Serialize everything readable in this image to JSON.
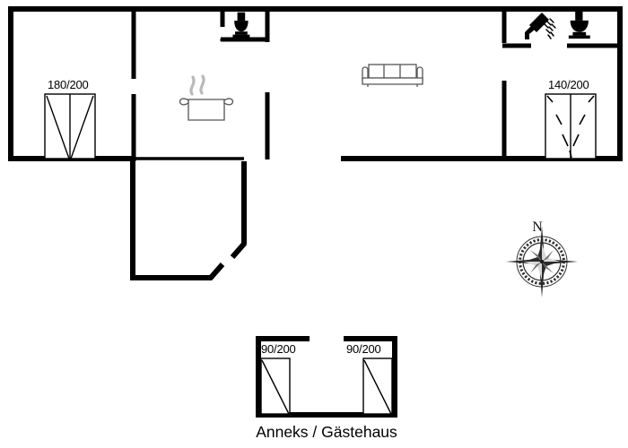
{
  "plan": {
    "title": "Anneks / Gästehaus",
    "caption": "Anneks / Gästehaus",
    "compass": {
      "north_label": "N",
      "icon": "compass-rose-icon"
    },
    "beds": [
      {
        "id": "bed-main-bedroom",
        "label": "180/200",
        "type": "double-bed"
      },
      {
        "id": "bed-second-bedroom",
        "label": "140/200",
        "type": "double-bed"
      },
      {
        "id": "bed-annex-left",
        "label": "90/200",
        "type": "single-bed"
      },
      {
        "id": "bed-annex-right",
        "label": "90/200",
        "type": "single-bed"
      }
    ],
    "fixtures": [
      {
        "id": "toilet-small-wc",
        "icon": "toilet-icon"
      },
      {
        "id": "shower-bathroom",
        "icon": "shower-icon"
      },
      {
        "id": "toilet-bathroom",
        "icon": "toilet-icon"
      },
      {
        "id": "kitchen-stove",
        "icon": "cooking-pot-icon"
      },
      {
        "id": "living-sofa",
        "icon": "sofa-icon"
      }
    ],
    "colors": {
      "wall": "#000000",
      "background": "#ffffff",
      "furniture_outline": "#555555",
      "steam": "#b9b9b9"
    }
  }
}
